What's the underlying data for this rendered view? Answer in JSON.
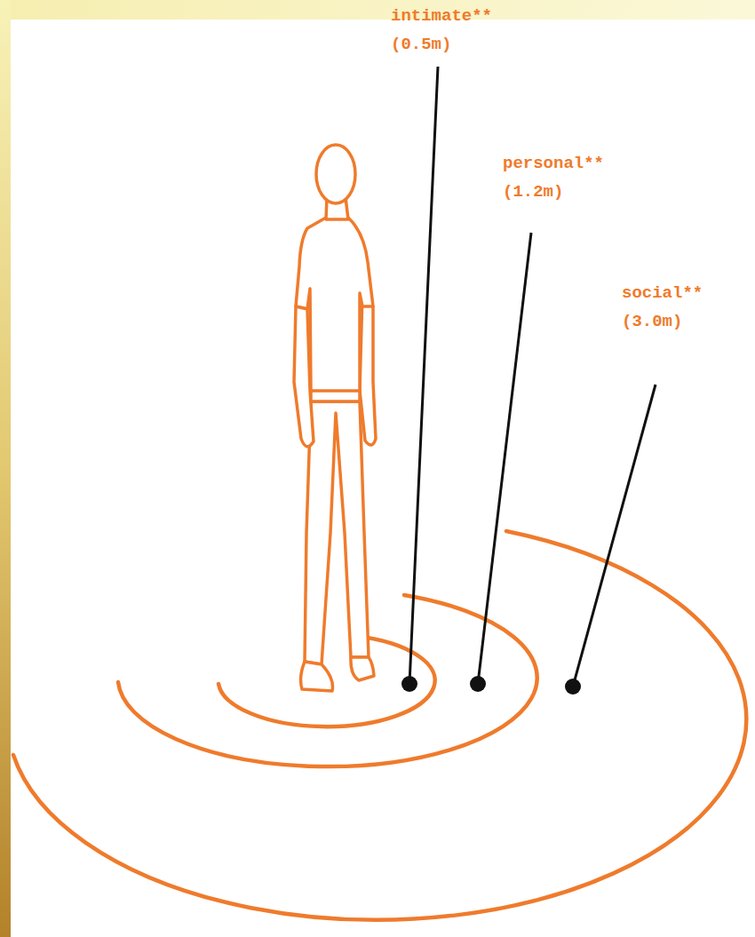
{
  "diagram": {
    "labels": [
      "intimate** (0.5m)",
      "personal** (1.2m)",
      "social** (3.0m)"
    ]
  }
}
